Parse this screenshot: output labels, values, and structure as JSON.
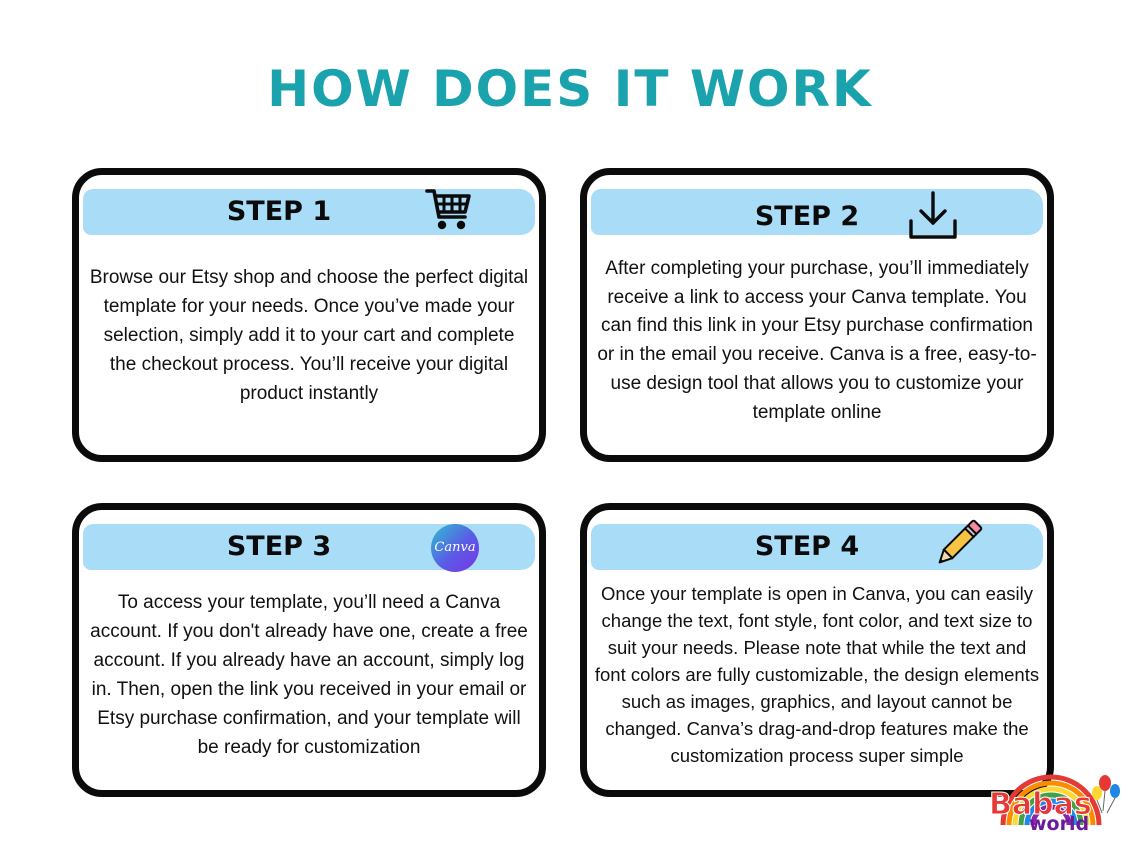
{
  "title": "HOW DOES IT WORK",
  "steps": [
    {
      "label": "STEP 1",
      "icon": "shopping-cart-icon",
      "text": "Browse our Etsy shop and choose the perfect digital template for your needs. Once you’ve made your selection, simply add it to your cart and complete the checkout process. You’ll receive your digital product instantly"
    },
    {
      "label": "STEP 2",
      "icon": "download-icon",
      "text": "After completing your purchase, you’ll immediately receive a link to access your Canva template. You can find this link in your Etsy purchase confirmation or in the email you receive. Canva is a free, easy-to-use design tool that allows you to customize your template online"
    },
    {
      "label": "STEP 3",
      "icon": "canva-logo-icon",
      "icon_text": "Canva",
      "text": "To access your template, you’ll need a Canva account. If you don't already have one, create a free account. If you already have an account, simply log in. Then, open the link you received in your email or Etsy purchase confirmation, and your template will be ready for customization"
    },
    {
      "label": "STEP 4",
      "icon": "pencil-icon",
      "text": "Once your template is open in Canva, you can easily change the text, font style, font color, and text size to suit your needs. Please note that while the text and font colors are fully customizable, the design elements such as images, graphics, and layout cannot be changed. Canva’s drag-and-drop features make the customization process super simple"
    }
  ],
  "brand": {
    "line1": "Babas",
    "line2": "world"
  },
  "colors": {
    "title": "#1aa2ad",
    "band": "#a8dcf7",
    "border": "#0b0b0b"
  }
}
